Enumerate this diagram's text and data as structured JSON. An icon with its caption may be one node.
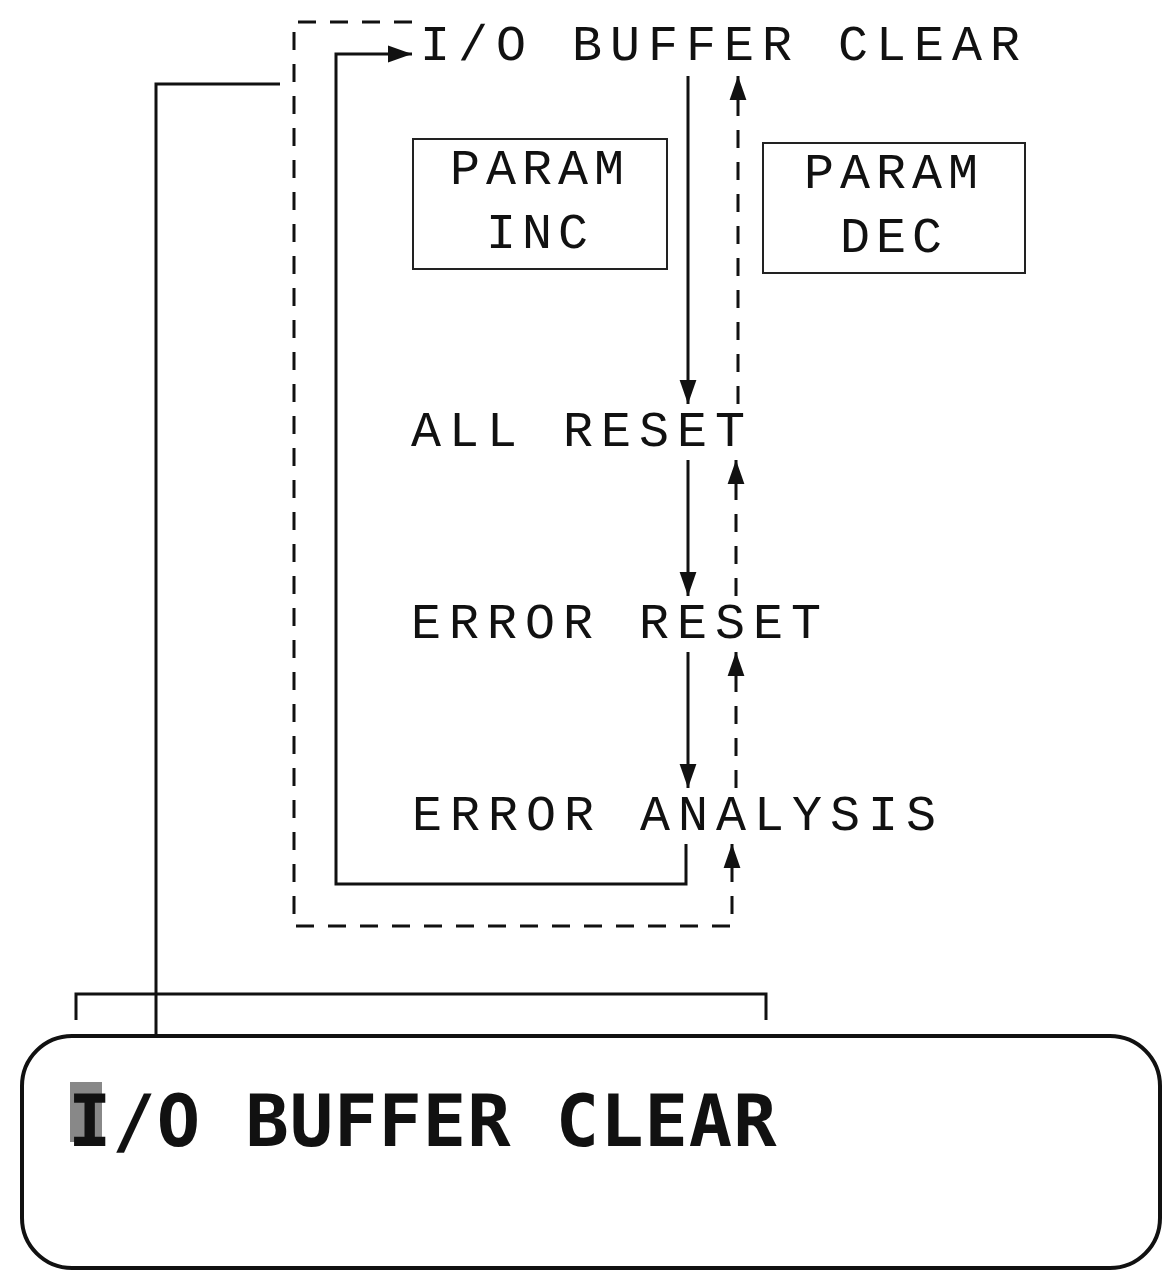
{
  "diagram": {
    "nodes": [
      {
        "text": [
          "I/O BUFFER CLEAR"
        ]
      },
      {
        "text": [
          "PARAM INC"
        ]
      },
      {
        "text": [
          "PARAM DEC"
        ]
      },
      {
        "text": [
          "ALL RESET"
        ]
      },
      {
        "text": [
          "ERROR RESET"
        ]
      },
      {
        "text": [
          "ERROR ANALYSIS"
        ]
      },
      {
        "text": [
          "I/O BUFFER CLEAR"
        ]
      }
    ],
    "edges": [
      {
        "from": 0,
        "to": 3,
        "arrow": "to"
      },
      {
        "from": 3,
        "to": 0,
        "arrow": "to",
        "style": "dashed"
      },
      {
        "from": 3,
        "to": 4,
        "arrow": "to"
      },
      {
        "from": 4,
        "to": 3,
        "arrow": "to",
        "style": "dashed"
      },
      {
        "from": 4,
        "to": 5,
        "arrow": "to"
      },
      {
        "from": 5,
        "to": 4,
        "arrow": "to",
        "style": "dashed"
      },
      {
        "from": 5,
        "to": 0,
        "arrow": "to"
      },
      {
        "from": 0,
        "to": 5,
        "arrow": "to",
        "style": "dashed"
      },
      {
        "from": 6,
        "to": null,
        "arrow": "none"
      }
    ]
  }
}
